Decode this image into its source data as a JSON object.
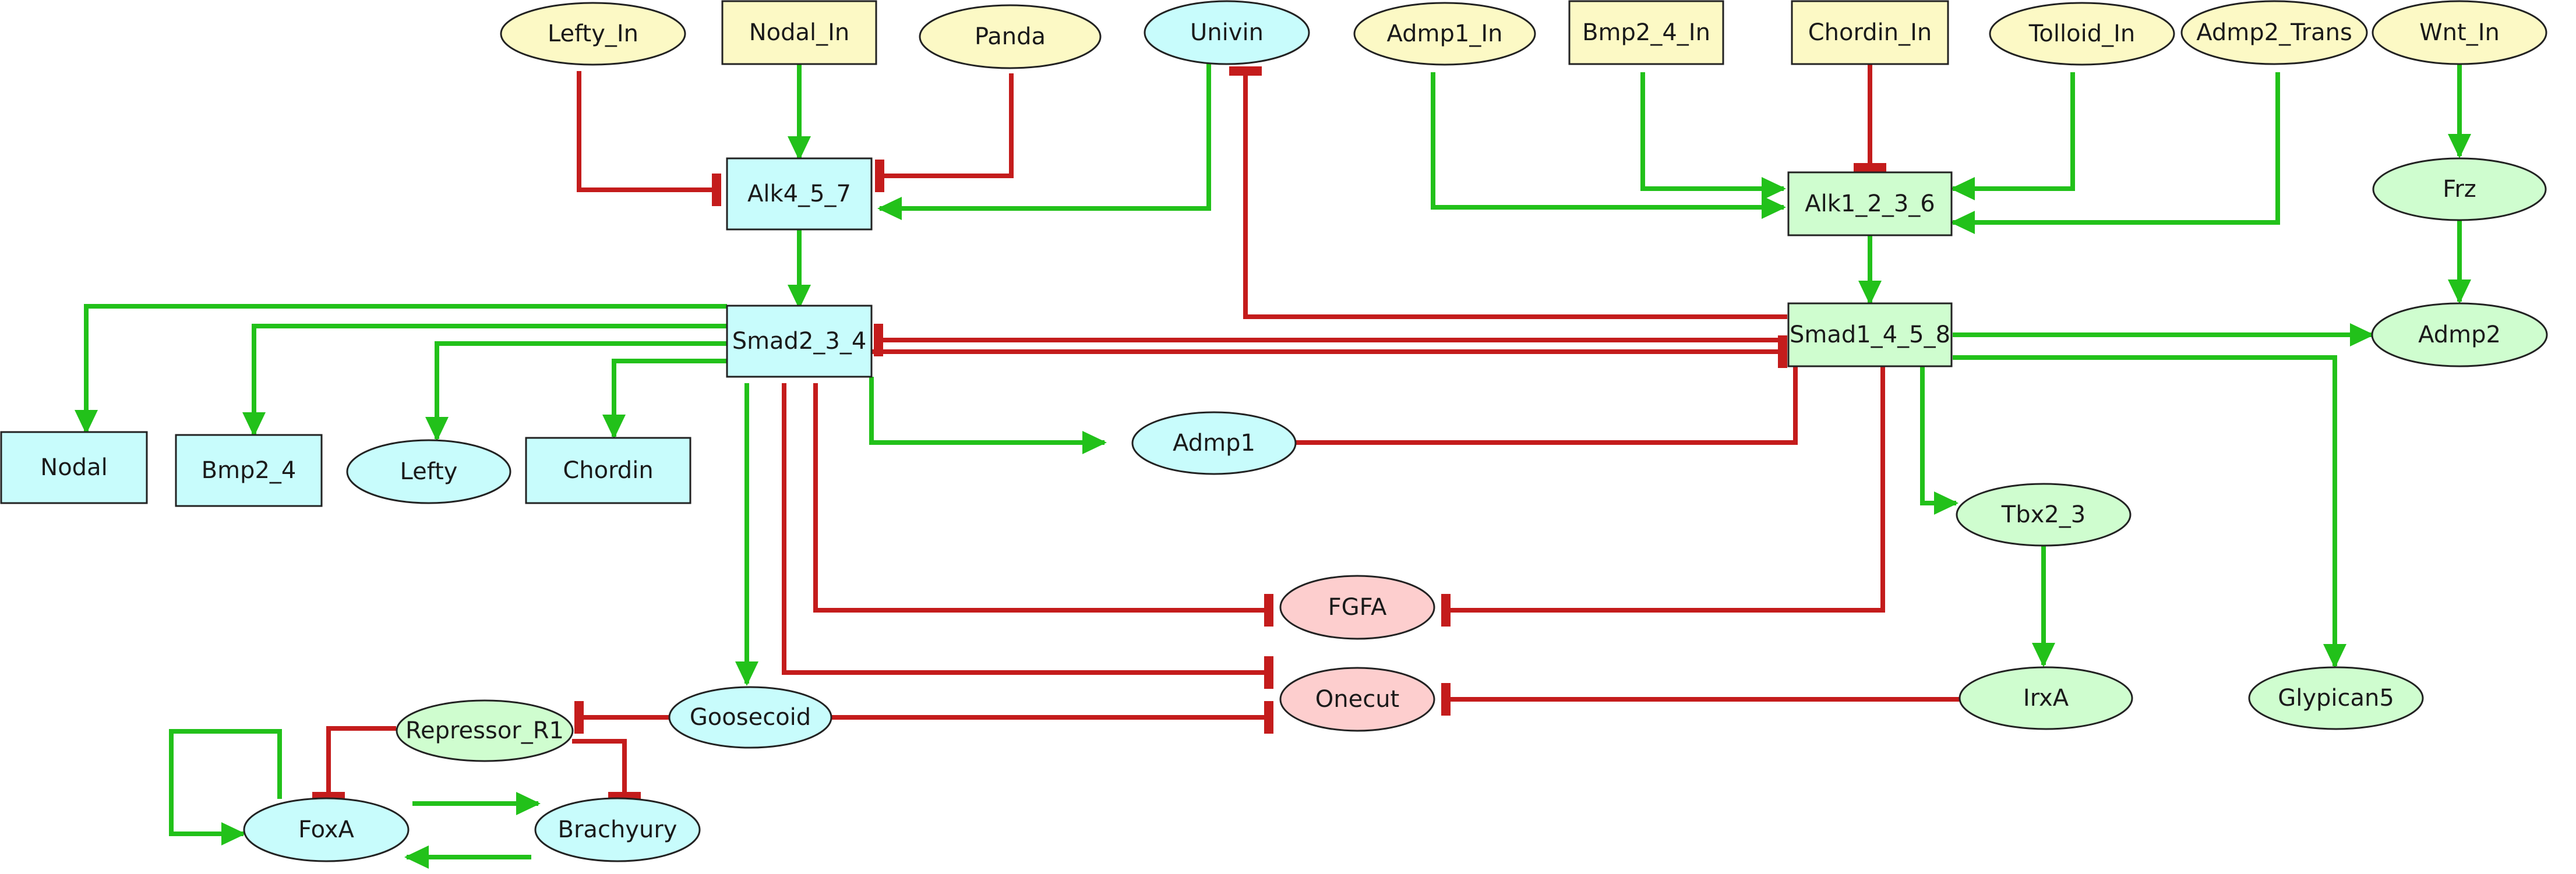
{
  "colors": {
    "input": "#fcf9c5",
    "blue": "#c8fcfc",
    "green": "#cffdcf",
    "red": "#fdcece",
    "activation": "#22c11a",
    "inhibition": "#c41c1c"
  },
  "nodes": {
    "lefty_in": {
      "label": "Lefty_In",
      "shape": "ellipse",
      "color": "input"
    },
    "nodal_in": {
      "label": "Nodal_In",
      "shape": "rect",
      "color": "input"
    },
    "panda": {
      "label": "Panda",
      "shape": "ellipse",
      "color": "input"
    },
    "univin": {
      "label": "Univin",
      "shape": "ellipse",
      "color": "blue"
    },
    "admp1_in": {
      "label": "Admp1_In",
      "shape": "ellipse",
      "color": "input"
    },
    "bmp2_4_in": {
      "label": "Bmp2_4_In",
      "shape": "rect",
      "color": "input"
    },
    "chordin_in": {
      "label": "Chordin_In",
      "shape": "rect",
      "color": "input"
    },
    "tolloid_in": {
      "label": "Tolloid_In",
      "shape": "ellipse",
      "color": "input"
    },
    "admp2_trans": {
      "label": "Admp2_Trans",
      "shape": "ellipse",
      "color": "input"
    },
    "wnt_in": {
      "label": "Wnt_In",
      "shape": "ellipse",
      "color": "input"
    },
    "alk4_5_7": {
      "label": "Alk4_5_7",
      "shape": "rect",
      "color": "blue"
    },
    "alk1_2_3_6": {
      "label": "Alk1_2_3_6",
      "shape": "rect",
      "color": "green"
    },
    "frz": {
      "label": "Frz",
      "shape": "ellipse",
      "color": "green"
    },
    "smad2_3_4": {
      "label": "Smad2_3_4",
      "shape": "rect",
      "color": "blue"
    },
    "smad1_4_5_8": {
      "label": "Smad1_4_5_8",
      "shape": "rect",
      "color": "green"
    },
    "admp2": {
      "label": "Admp2",
      "shape": "ellipse",
      "color": "green"
    },
    "nodal": {
      "label": "Nodal",
      "shape": "rect",
      "color": "blue"
    },
    "bmp2_4": {
      "label": "Bmp2_4",
      "shape": "rect",
      "color": "blue"
    },
    "lefty": {
      "label": "Lefty",
      "shape": "ellipse",
      "color": "blue"
    },
    "chordin": {
      "label": "Chordin",
      "shape": "rect",
      "color": "blue"
    },
    "admp1": {
      "label": "Admp1",
      "shape": "ellipse",
      "color": "blue"
    },
    "tbx2_3": {
      "label": "Tbx2_3",
      "shape": "ellipse",
      "color": "green"
    },
    "fgfa": {
      "label": "FGFA",
      "shape": "ellipse",
      "color": "red"
    },
    "goosecoid": {
      "label": "Goosecoid",
      "shape": "ellipse",
      "color": "blue"
    },
    "onecut": {
      "label": "Onecut",
      "shape": "ellipse",
      "color": "red"
    },
    "irxa": {
      "label": "IrxA",
      "shape": "ellipse",
      "color": "green"
    },
    "glypican5": {
      "label": "Glypican5",
      "shape": "ellipse",
      "color": "green"
    },
    "repressor_r1": {
      "label": "Repressor_R1",
      "shape": "ellipse",
      "color": "green"
    },
    "foxa": {
      "label": "FoxA",
      "shape": "ellipse",
      "color": "blue"
    },
    "brachyury": {
      "label": "Brachyury",
      "shape": "ellipse",
      "color": "blue"
    }
  },
  "edges": [
    {
      "from": "nodal_in",
      "to": "alk4_5_7",
      "type": "activation"
    },
    {
      "from": "lefty_in",
      "to": "alk4_5_7",
      "type": "inhibition"
    },
    {
      "from": "panda",
      "to": "alk4_5_7",
      "type": "inhibition"
    },
    {
      "from": "univin",
      "to": "alk4_5_7",
      "type": "activation"
    },
    {
      "from": "alk4_5_7",
      "to": "smad2_3_4",
      "type": "activation"
    },
    {
      "from": "admp1_in",
      "to": "alk1_2_3_6",
      "type": "activation"
    },
    {
      "from": "bmp2_4_in",
      "to": "alk1_2_3_6",
      "type": "activation"
    },
    {
      "from": "chordin_in",
      "to": "alk1_2_3_6",
      "type": "inhibition"
    },
    {
      "from": "tolloid_in",
      "to": "alk1_2_3_6",
      "type": "activation"
    },
    {
      "from": "admp2_trans",
      "to": "alk1_2_3_6",
      "type": "activation"
    },
    {
      "from": "alk1_2_3_6",
      "to": "smad1_4_5_8",
      "type": "activation"
    },
    {
      "from": "wnt_in",
      "to": "frz",
      "type": "activation"
    },
    {
      "from": "frz",
      "to": "admp2",
      "type": "activation"
    },
    {
      "from": "smad1_4_5_8",
      "to": "univin",
      "type": "inhibition"
    },
    {
      "from": "smad1_4_5_8",
      "to": "smad2_3_4",
      "type": "inhibition"
    },
    {
      "from": "smad2_3_4",
      "to": "smad1_4_5_8",
      "type": "inhibition"
    },
    {
      "from": "smad1_4_5_8",
      "to": "admp2",
      "type": "activation"
    },
    {
      "from": "smad1_4_5_8",
      "to": "glypican5",
      "type": "activation"
    },
    {
      "from": "smad1_4_5_8",
      "to": "tbx2_3",
      "type": "activation"
    },
    {
      "from": "smad1_4_5_8",
      "to": "admp1",
      "type": "inhibition"
    },
    {
      "from": "smad1_4_5_8",
      "to": "fgfa",
      "type": "inhibition"
    },
    {
      "from": "smad2_3_4",
      "to": "nodal",
      "type": "activation"
    },
    {
      "from": "smad2_3_4",
      "to": "bmp2_4",
      "type": "activation"
    },
    {
      "from": "smad2_3_4",
      "to": "lefty",
      "type": "activation"
    },
    {
      "from": "smad2_3_4",
      "to": "chordin",
      "type": "activation"
    },
    {
      "from": "smad2_3_4",
      "to": "admp1",
      "type": "activation"
    },
    {
      "from": "smad2_3_4",
      "to": "goosecoid",
      "type": "activation"
    },
    {
      "from": "smad2_3_4",
      "to": "fgfa",
      "type": "inhibition"
    },
    {
      "from": "smad2_3_4",
      "to": "onecut",
      "type": "inhibition"
    },
    {
      "from": "tbx2_3",
      "to": "irxa",
      "type": "activation"
    },
    {
      "from": "irxa",
      "to": "onecut",
      "type": "inhibition"
    },
    {
      "from": "goosecoid",
      "to": "onecut",
      "type": "inhibition"
    },
    {
      "from": "goosecoid",
      "to": "repressor_r1",
      "type": "inhibition"
    },
    {
      "from": "repressor_r1",
      "to": "foxa",
      "type": "inhibition"
    },
    {
      "from": "repressor_r1",
      "to": "brachyury",
      "type": "inhibition"
    },
    {
      "from": "foxa",
      "to": "foxa",
      "type": "activation"
    },
    {
      "from": "foxa",
      "to": "brachyury",
      "type": "activation"
    },
    {
      "from": "brachyury",
      "to": "foxa",
      "type": "activation"
    }
  ]
}
